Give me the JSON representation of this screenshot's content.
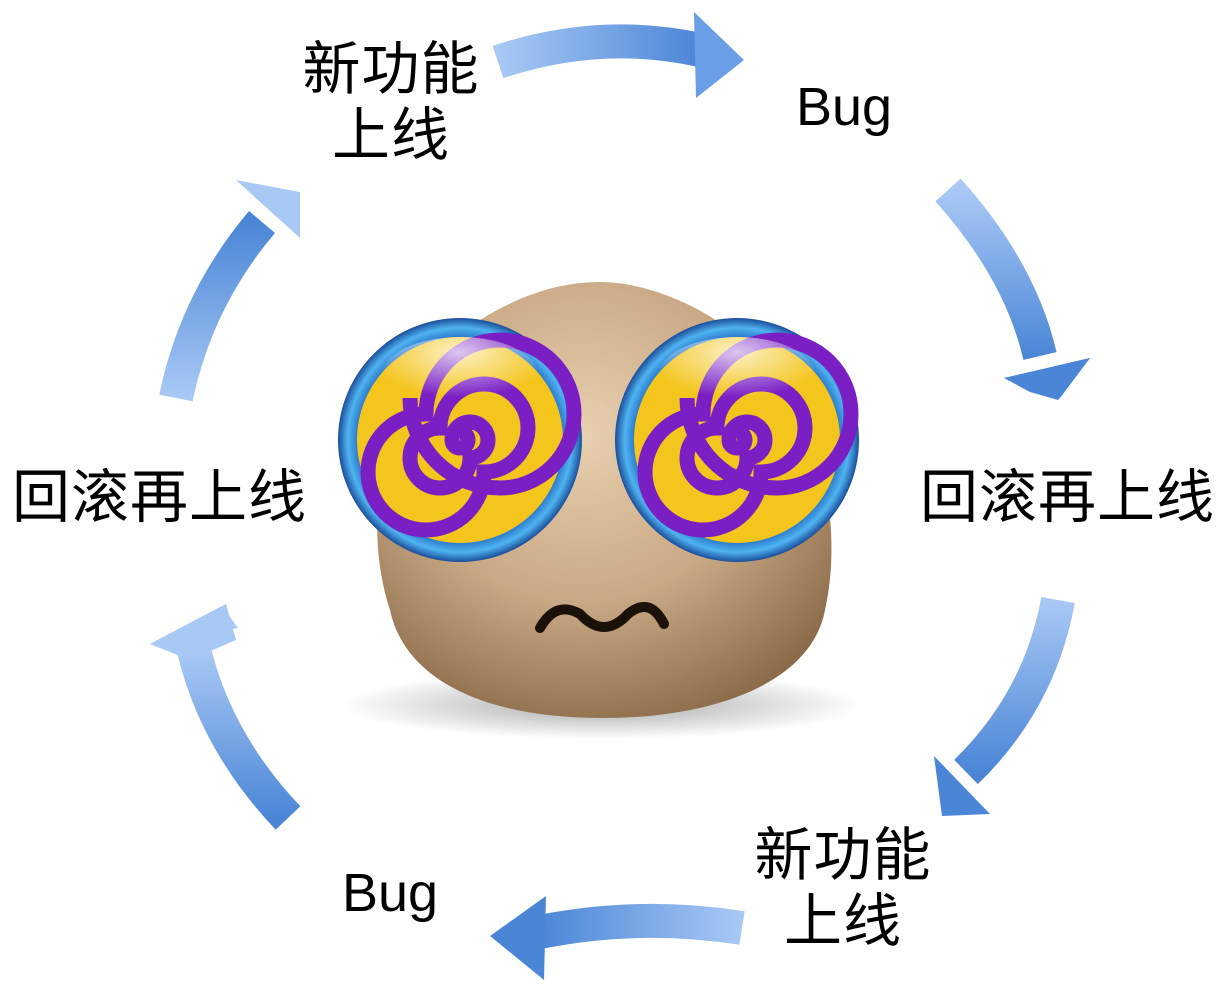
{
  "cycle": {
    "nodes": [
      {
        "id": "top-left",
        "lines": [
          "新功能",
          "上线"
        ]
      },
      {
        "id": "top-right",
        "lines": [
          "Bug"
        ]
      },
      {
        "id": "right",
        "lines": [
          "回滚再上线"
        ]
      },
      {
        "id": "bottom-right",
        "lines": [
          "新功能",
          "上线"
        ]
      },
      {
        "id": "bottom-left",
        "lines": [
          "Bug"
        ]
      },
      {
        "id": "left",
        "lines": [
          "回滚再上线"
        ]
      }
    ]
  },
  "colors": {
    "arrow_light": "#a9c9f5",
    "arrow_dark": "#4b86d6",
    "mascot_skin": "#c9a884",
    "spiral_purple": "#7a1fc4",
    "spiral_yellow": "#f4c51c",
    "goggle_rim": "#2a7fd6"
  },
  "icons": {
    "mascot": "dizzy-blob-with-spiral-goggles-icon",
    "arrow": "curved-cycle-arrow-icon"
  }
}
